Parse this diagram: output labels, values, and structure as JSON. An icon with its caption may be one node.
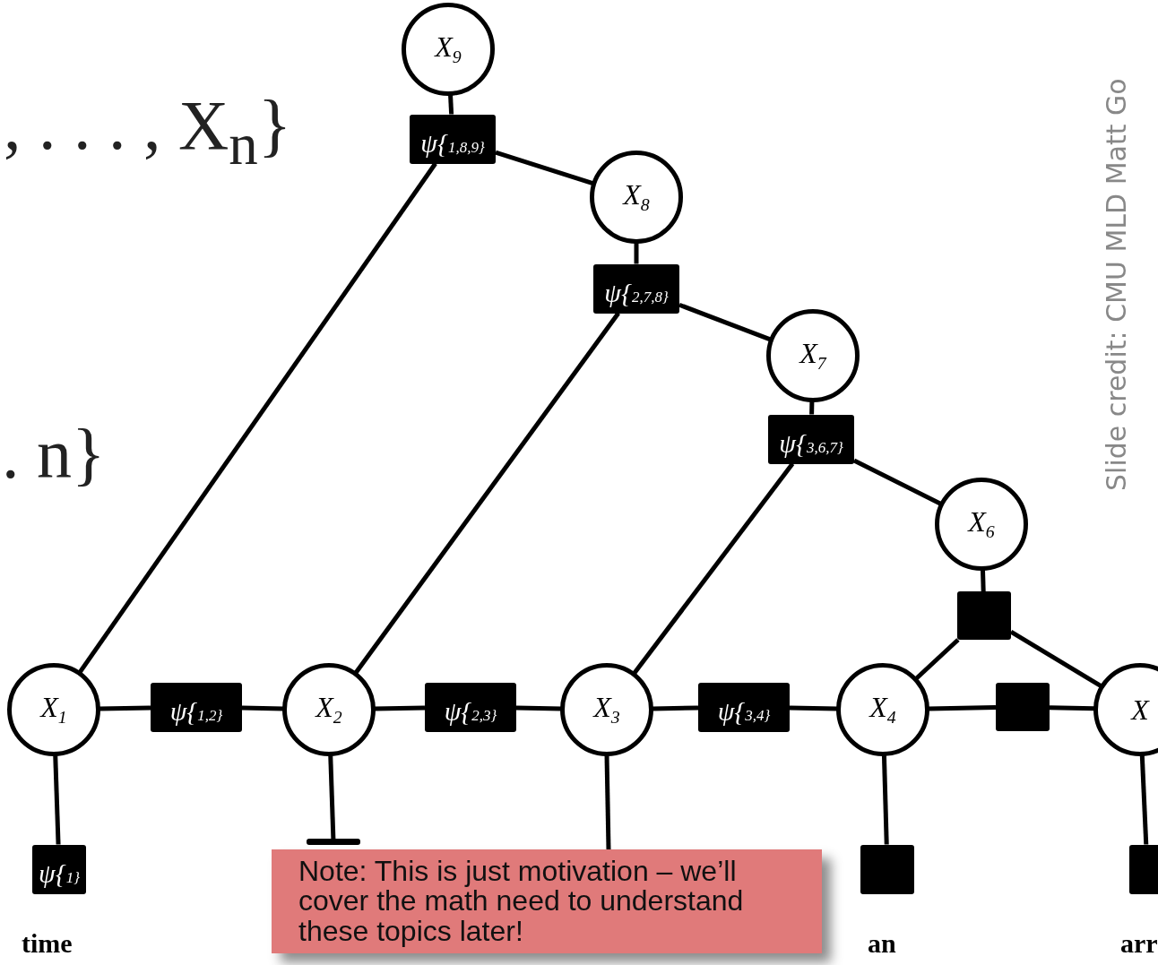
{
  "diagram": {
    "nodes": [
      {
        "text": [
          "X$_{9}$"
        ]
      },
      {
        "text": [
          "ψ{1,8,9}"
        ]
      },
      {
        "text": [
          "X$_{8}$"
        ]
      },
      {
        "text": [
          "ψ{2,7,8}"
        ]
      },
      {
        "text": [
          "X$_{7}$"
        ]
      },
      {
        "text": [
          "ψ{3,6,7}"
        ]
      },
      {
        "text": [
          "X$_{6}$"
        ]
      },
      {
        "text": [],
        "shape": "box"
      },
      {
        "text": [
          "X$_{1}$"
        ]
      },
      {
        "text": [
          "ψ{1,2}"
        ]
      },
      {
        "text": [
          "X$_{2}$"
        ]
      },
      {
        "text": [
          "ψ{2,3}"
        ]
      },
      {
        "text": [
          "X$_{3}$"
        ]
      },
      {
        "text": [
          "ψ{3,4}"
        ]
      },
      {
        "text": [
          "X$_{4}$"
        ]
      },
      {
        "text": [],
        "shape": "box"
      },
      {
        "text": [
          "X"
        ]
      },
      {
        "text": [
          "ψ{1}"
        ]
      },
      {
        "text": [],
        "shape": "box"
      },
      {
        "text": [],
        "shape": "box"
      },
      {
        "text": [],
        "shape": "box"
      },
      {
        "text": [
          "Note: This is just motivation – we’ll cover the math need to understand these topics later!"
        ]
      }
    ],
    "edges": [
      {
        "from": 0,
        "to": 1,
        "arrow": "none"
      },
      {
        "from": 1,
        "to": 2,
        "arrow": "none"
      },
      {
        "from": 1,
        "to": 8,
        "arrow": "none"
      },
      {
        "from": 2,
        "to": 3,
        "arrow": "none"
      },
      {
        "from": 3,
        "to": 4,
        "arrow": "none"
      },
      {
        "from": 3,
        "to": 10,
        "arrow": "none"
      },
      {
        "from": 4,
        "to": 5,
        "arrow": "none"
      },
      {
        "from": 5,
        "to": 6,
        "arrow": "none"
      },
      {
        "from": 5,
        "to": 12,
        "arrow": "none"
      },
      {
        "from": 6,
        "to": 7,
        "arrow": "none"
      },
      {
        "from": 7,
        "to": 14,
        "arrow": "none"
      },
      {
        "from": 7,
        "to": 16,
        "arrow": "none"
      },
      {
        "from": 8,
        "to": 9,
        "arrow": "none"
      },
      {
        "from": 9,
        "to": 10,
        "arrow": "none"
      },
      {
        "from": 10,
        "to": 11,
        "arrow": "none"
      },
      {
        "from": 11,
        "to": 12,
        "arrow": "none"
      },
      {
        "from": 12,
        "to": 13,
        "arrow": "none"
      },
      {
        "from": 13,
        "to": 14,
        "arrow": "none"
      },
      {
        "from": 14,
        "to": 15,
        "arrow": "none"
      },
      {
        "from": 15,
        "to": 16,
        "arrow": "none"
      },
      {
        "from": 8,
        "to": 17,
        "arrow": "none"
      },
      {
        "from": 10,
        "to": 18,
        "arrow": "none"
      },
      {
        "from": 12,
        "to": 21,
        "arrow": "none"
      },
      {
        "from": 14,
        "to": 19,
        "arrow": "none"
      },
      {
        "from": 16,
        "to": 20,
        "arrow": "none"
      }
    ],
    "labels": [
      ", . . . , X$_{n}$}",
      ". n}",
      "Slide credit: CMU MLD Matt Go",
      "time",
      "an",
      "arr"
    ]
  }
}
